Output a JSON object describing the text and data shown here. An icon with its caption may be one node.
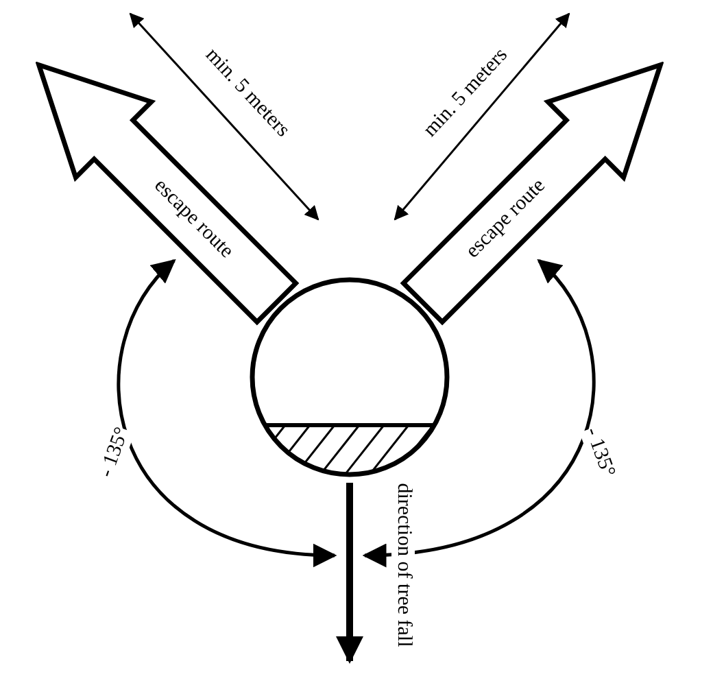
{
  "diagram": {
    "nodes": [
      {
        "text": [
          "escape route"
        ]
      },
      {
        "text": [
          "escape route"
        ]
      },
      {
        "text": [],
        "shape": "circle"
      }
    ],
    "labels": [
      "min. 5 meters",
      "min. 5 meters",
      "- 135°",
      "- 135°",
      "direction of tree fall"
    ]
  }
}
